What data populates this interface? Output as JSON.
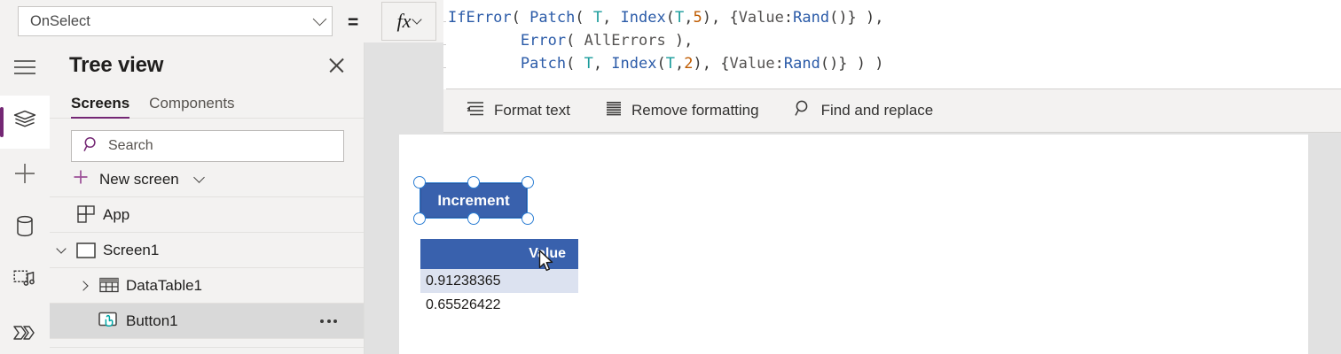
{
  "property_bar": {
    "selected_property": "OnSelect",
    "equals_sign": "=",
    "fx_label": "fx",
    "dropdown_icon": "chevron-down-icon",
    "fx_chevron_icon": "chevron-down-icon"
  },
  "formula": {
    "lines": [
      [
        {
          "t": "IfError",
          "c": "fn"
        },
        {
          "t": "( ",
          "c": "punc"
        },
        {
          "t": "Patch",
          "c": "fn"
        },
        {
          "t": "( ",
          "c": "punc"
        },
        {
          "t": "T",
          "c": "tbl"
        },
        {
          "t": ", ",
          "c": "punc"
        },
        {
          "t": "Index",
          "c": "fn"
        },
        {
          "t": "(",
          "c": "punc"
        },
        {
          "t": "T",
          "c": "tbl"
        },
        {
          "t": ",",
          "c": "punc"
        },
        {
          "t": "5",
          "c": "num"
        },
        {
          "t": "), {",
          "c": "punc"
        },
        {
          "t": "Value",
          "c": "ident"
        },
        {
          "t": ":",
          "c": "punc"
        },
        {
          "t": "Rand",
          "c": "fn"
        },
        {
          "t": "()} ),",
          "c": "punc"
        }
      ],
      [
        {
          "t": "        ",
          "c": "punc"
        },
        {
          "t": "Error",
          "c": "fn"
        },
        {
          "t": "( ",
          "c": "punc"
        },
        {
          "t": "AllErrors",
          "c": "ident"
        },
        {
          "t": " ),",
          "c": "punc"
        }
      ],
      [
        {
          "t": "        ",
          "c": "punc"
        },
        {
          "t": "Patch",
          "c": "fn"
        },
        {
          "t": "( ",
          "c": "punc"
        },
        {
          "t": "T",
          "c": "tbl"
        },
        {
          "t": ", ",
          "c": "punc"
        },
        {
          "t": "Index",
          "c": "fn"
        },
        {
          "t": "(",
          "c": "punc"
        },
        {
          "t": "T",
          "c": "tbl"
        },
        {
          "t": ",",
          "c": "punc"
        },
        {
          "t": "2",
          "c": "num"
        },
        {
          "t": "), {",
          "c": "punc"
        },
        {
          "t": "Value",
          "c": "ident"
        },
        {
          "t": ":",
          "c": "punc"
        },
        {
          "t": "Rand",
          "c": "fn"
        },
        {
          "t": "()} ) )",
          "c": "punc"
        }
      ]
    ],
    "plain_text": "IfError( Patch( T, Index(T,5), {Value:Rand()} ),\n        Error( AllErrors ),\n        Patch( T, Index(T,2), {Value:Rand()} ) )"
  },
  "formula_toolbar": {
    "items": [
      {
        "label": "Format text",
        "icon": "format-text-icon"
      },
      {
        "label": "Remove formatting",
        "icon": "remove-formatting-icon"
      },
      {
        "label": "Find and replace",
        "icon": "search-icon"
      }
    ]
  },
  "rail": {
    "items": [
      {
        "icon": "hamburger-menu-icon",
        "active": false
      },
      {
        "icon": "layers-tree-view-icon",
        "active": true
      },
      {
        "icon": "plus-insert-icon",
        "active": false
      },
      {
        "icon": "database-data-icon",
        "active": false
      },
      {
        "icon": "media-icon",
        "active": false
      },
      {
        "icon": "power-automate-flow-icon",
        "active": false
      }
    ],
    "active_indicator_color": "#742774"
  },
  "tree_view": {
    "title": "Tree view",
    "close_icon": "close-icon",
    "tabs": [
      {
        "label": "Screens",
        "active": true
      },
      {
        "label": "Components",
        "active": false
      }
    ],
    "active_tab_color": "#742774",
    "search": {
      "placeholder": "Search",
      "value": "",
      "icon": "search-icon"
    },
    "new_screen": {
      "label": "New screen",
      "icon": "plus-icon",
      "chevron": "chevron-down-icon"
    },
    "items": [
      {
        "label": "App",
        "icon": "app-grid-icon",
        "indent": 0,
        "twisty": "none",
        "selected": false
      },
      {
        "label": "Screen1",
        "icon": "screen-rectangle-icon",
        "indent": 0,
        "twisty": "expanded",
        "selected": false
      },
      {
        "label": "DataTable1",
        "icon": "table-icon",
        "indent": 1,
        "twisty": "collapsed",
        "selected": false
      },
      {
        "label": "Button1",
        "icon": "button-cursor-icon",
        "indent": 1,
        "twisty": "none",
        "selected": true,
        "overflow": "more-options-icon"
      }
    ]
  },
  "canvas": {
    "button": {
      "label": "Increment",
      "fill_color": "#3961ad",
      "text_color": "#ffffff",
      "selected": true,
      "handle_count": 6
    },
    "data_table": {
      "column_header": "Value",
      "header_fill": "#3961ad",
      "header_text_color": "#ffffff",
      "highlight_row_fill": "#dce2f0",
      "rows": [
        {
          "value": "0.91238365",
          "highlighted": true
        },
        {
          "value": "0.65526422",
          "highlighted": false
        }
      ]
    },
    "cursor": {
      "icon": "mouse-pointer-icon"
    }
  }
}
